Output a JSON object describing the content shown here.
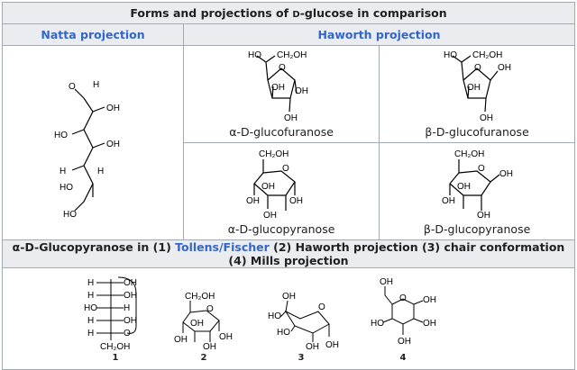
{
  "title_prefix": "Forms and projections of ",
  "title_d": "D",
  "title_suffix": "-glucose in comparison",
  "headers": {
    "natta": "Natta projection",
    "haworth": "Haworth projection"
  },
  "captions": {
    "alpha_furanose": "α-D-glucofuranose",
    "beta_furanose": "β-D-glucofuranose",
    "alpha_pyranose": "α-D-glucopyranose",
    "beta_pyranose": "β-D-glucopyranose"
  },
  "section": {
    "prefix": "α-D-Glucopyranose in (1) ",
    "link": "Tollens/Fischer",
    "suffix": " (2) Haworth projection (3) chair conformation (4) Mills projection"
  },
  "figure_numbers": [
    "1",
    "2",
    "3",
    "4"
  ]
}
